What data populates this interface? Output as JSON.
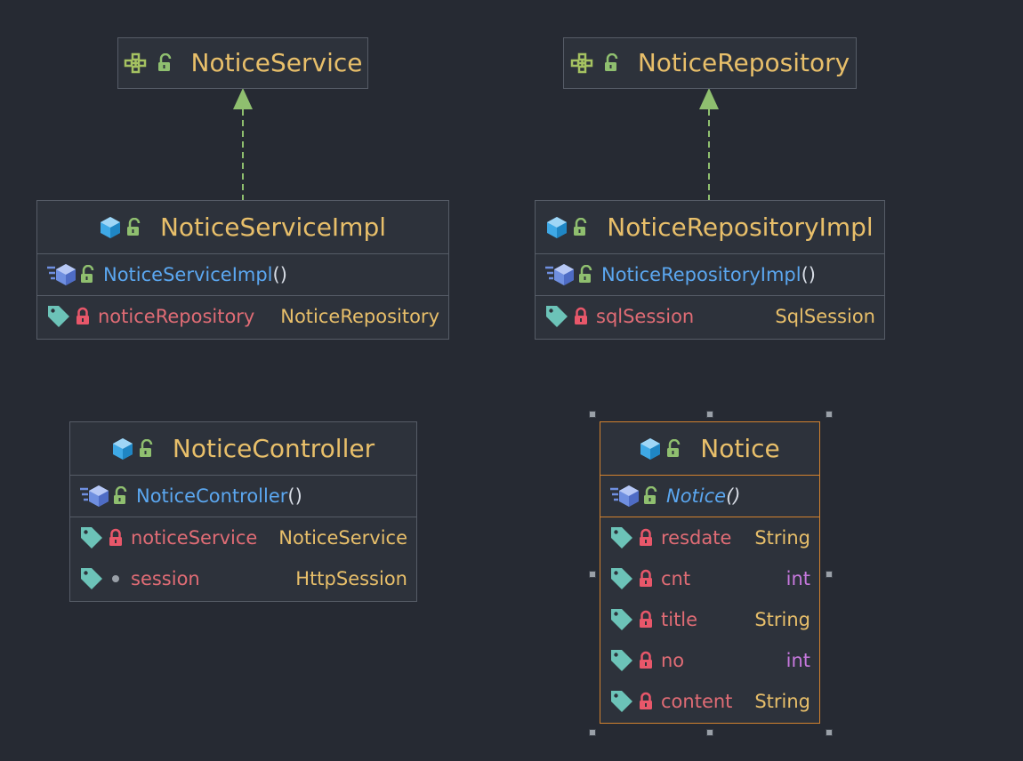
{
  "colors": {
    "background": "#262a33",
    "box_bg": "#2d323b",
    "border": "#565c67",
    "selected_border": "#d2822f",
    "class_name": "#e8bf6a",
    "constructor": "#5ba7f0",
    "field_name": "#e06c75",
    "primitive_type": "#c678dd",
    "arrow": "#8fbf6f"
  },
  "diagram": {
    "interfaces": [
      {
        "name": "NoticeService"
      },
      {
        "name": "NoticeRepository"
      }
    ],
    "classes": {
      "service_impl": {
        "name": "NoticeServiceImpl",
        "constructor": "NoticeServiceImpl",
        "fields": [
          {
            "name": "noticeRepository",
            "type": "NoticeRepository",
            "access": "private"
          }
        ]
      },
      "repository_impl": {
        "name": "NoticeRepositoryImpl",
        "constructor": "NoticeRepositoryImpl",
        "fields": [
          {
            "name": "sqlSession",
            "type": "SqlSession",
            "access": "private"
          }
        ]
      },
      "controller": {
        "name": "NoticeController",
        "constructor": "NoticeController",
        "fields": [
          {
            "name": "noticeService",
            "type": "NoticeService",
            "access": "private"
          },
          {
            "name": "session",
            "type": "HttpSession",
            "access": "package"
          }
        ]
      },
      "notice": {
        "name": "Notice",
        "constructor": "Notice",
        "selected": true,
        "fields": [
          {
            "name": "resdate",
            "type": "String",
            "access": "private"
          },
          {
            "name": "cnt",
            "type": "int",
            "access": "private"
          },
          {
            "name": "title",
            "type": "String",
            "access": "private"
          },
          {
            "name": "no",
            "type": "int",
            "access": "private"
          },
          {
            "name": "content",
            "type": "String",
            "access": "private"
          }
        ]
      }
    },
    "parens": "()"
  }
}
